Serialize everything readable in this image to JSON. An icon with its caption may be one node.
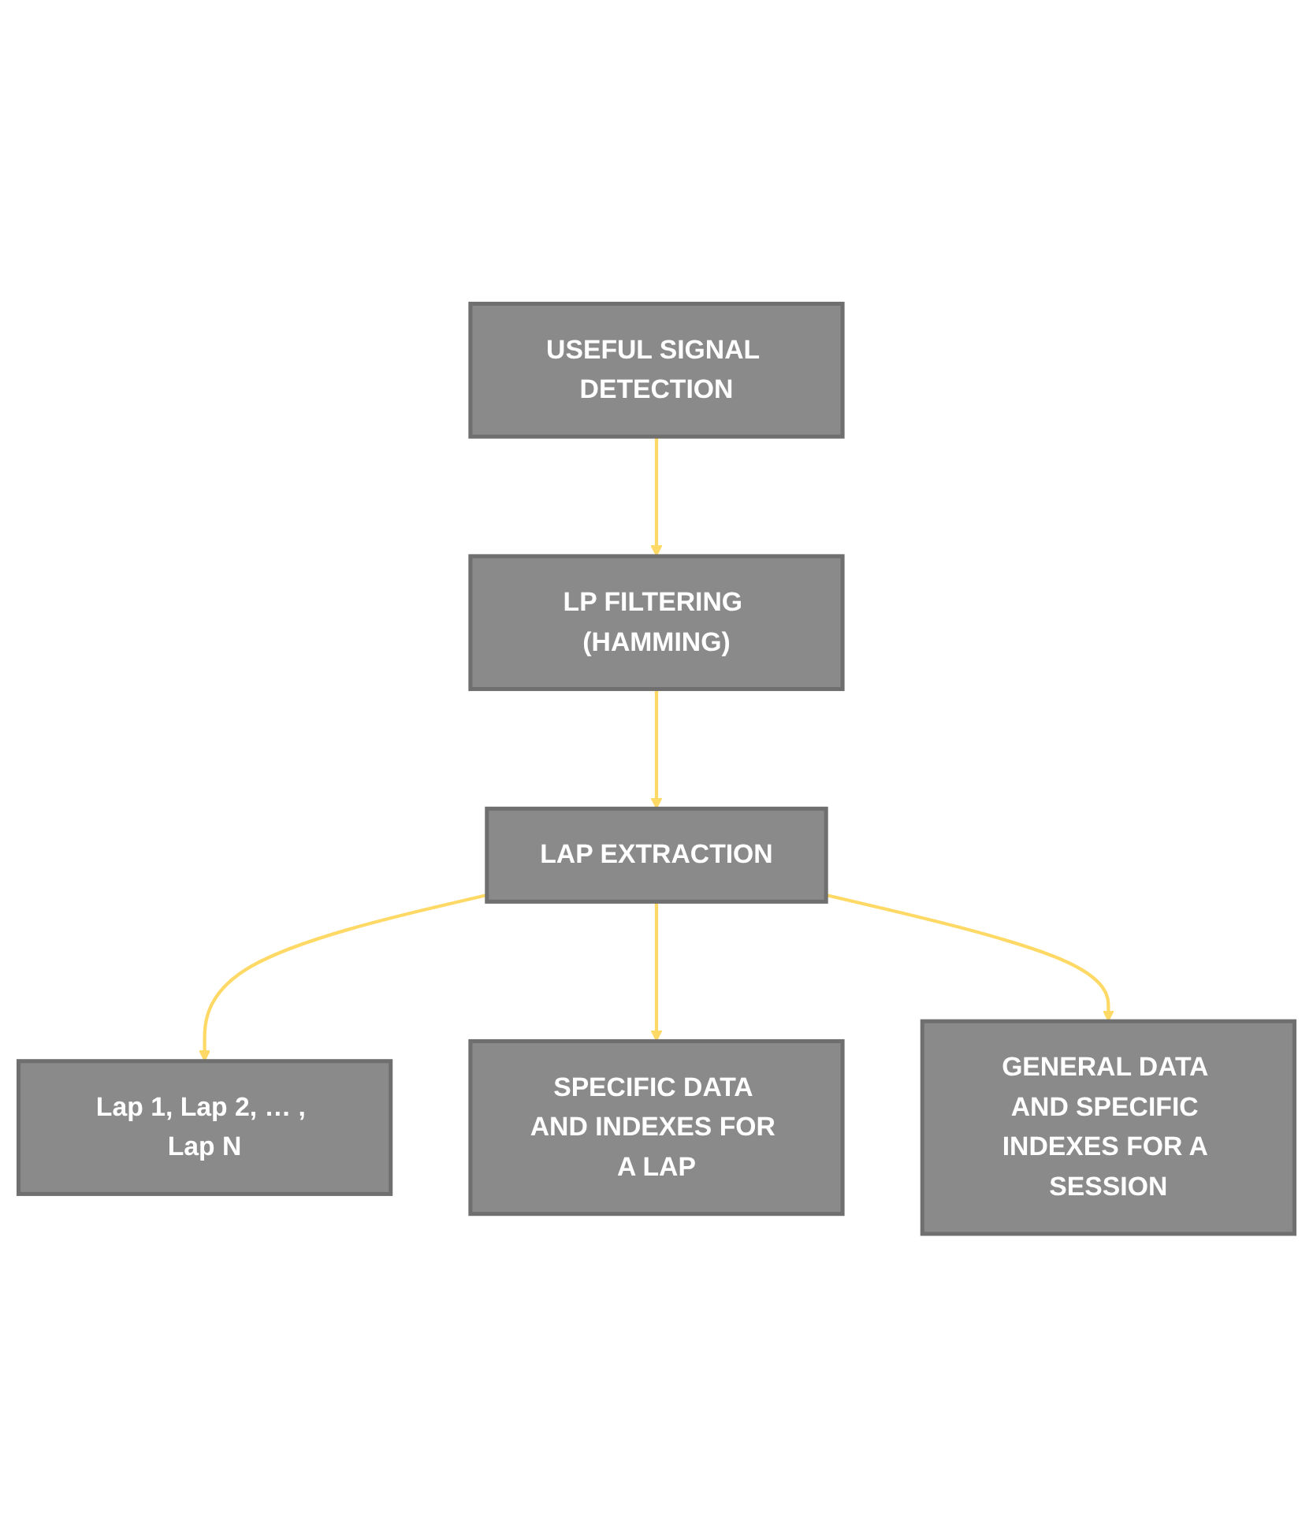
{
  "diagram": {
    "nodes": [
      {
        "text": [
          "USEFUL SIGNAL DETECTION"
        ]
      },
      {
        "text": [
          "LP FILTERING (HAMMING)"
        ]
      },
      {
        "text": [
          "LAP EXTRACTION"
        ]
      },
      {
        "text": [
          "Lap 1, Lap 2, … , Lap N"
        ]
      },
      {
        "text": [
          "SPECIFIC DATA AND INDEXES FOR A LAP"
        ]
      },
      {
        "text": [
          "GENERAL DATA AND SPECIFIC INDEXES FOR A SESSION"
        ]
      }
    ],
    "edges": [
      {
        "from": 0,
        "to": 1,
        "arrow": "to"
      },
      {
        "from": 1,
        "to": 2,
        "arrow": "to"
      },
      {
        "from": 2,
        "to": 3,
        "arrow": "to"
      },
      {
        "from": 2,
        "to": 4,
        "arrow": "to"
      },
      {
        "from": 2,
        "to": 5,
        "arrow": "to"
      }
    ]
  }
}
